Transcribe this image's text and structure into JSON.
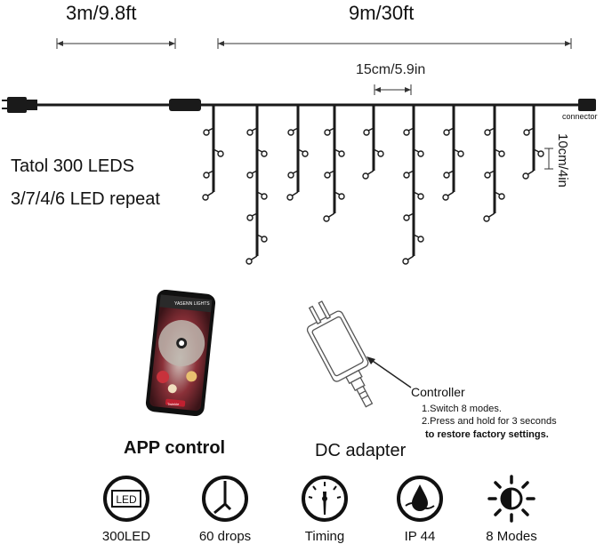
{
  "dimensions": {
    "lead_length": "3m/9.8ft",
    "string_length": "9m/30ft",
    "drop_spacing": "15cm/5.9in",
    "led_spacing": "10cm/4in",
    "connector_label": "connector"
  },
  "product": {
    "name_line": "Tatol 300 LEDS",
    "repeat_line": "3/7/4/6 LED repeat"
  },
  "phone_app": {
    "app_title": "YASENN LIGHTS",
    "bottom_button": "Twinkle",
    "heading": "APP control"
  },
  "adapter": {
    "heading": "DC  adapter",
    "controller_title": "Controller",
    "instructions": [
      "1.Switch 8 modes.",
      "2.Press and hold for 3 seconds",
      "to restore factory settings."
    ]
  },
  "features": [
    {
      "icon": "led-badge-icon",
      "label": "300LED",
      "badge": "LED"
    },
    {
      "icon": "drops-icon",
      "label": "60 drops"
    },
    {
      "icon": "timer-gauge-icon",
      "label": "Timing"
    },
    {
      "icon": "water-drop-icon",
      "label": "IP 44"
    },
    {
      "icon": "sun-mode-icon",
      "label": "8 Modes"
    }
  ],
  "colors": {
    "wire": "#1a1a1a",
    "phone_screen_red": "#b0303a",
    "adapter_stroke": "#555555"
  }
}
